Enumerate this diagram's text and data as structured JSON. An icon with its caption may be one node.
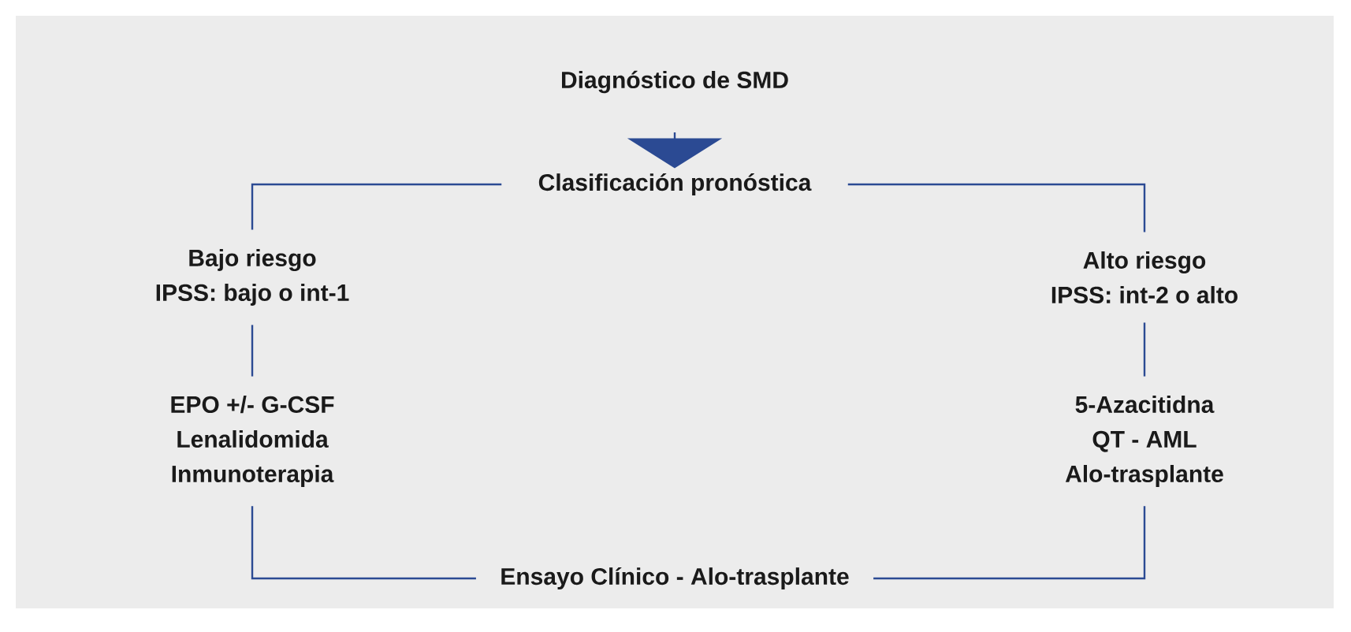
{
  "diagram": {
    "nodes": [
      {
        "text": [
          "Diagnóstico de SMD"
        ]
      },
      {
        "text": [
          "Clasificación pronóstica"
        ]
      },
      {
        "text": [
          "Bajo riesgo",
          "IPSS: bajo o int-1"
        ]
      },
      {
        "text": [
          "Alto riesgo",
          "IPSS: int-2 o alto"
        ]
      },
      {
        "text": [
          "EPO +/- G-CSF",
          "Lenalidomida",
          "Inmunoterapia"
        ]
      },
      {
        "text": [
          "5-Azacitidna",
          "QT - AML",
          "Alo-trasplante"
        ]
      },
      {
        "text": [
          "Ensayo Clínico - Alo-trasplante"
        ]
      }
    ],
    "edges": [
      {
        "from": null,
        "to": 1,
        "arrow": "to"
      },
      {
        "from": 1,
        "to": 2,
        "arrow": "none"
      },
      {
        "from": 1,
        "to": 3,
        "arrow": "none"
      },
      {
        "from": 2,
        "to": 4,
        "arrow": "none"
      },
      {
        "from": 3,
        "to": 5,
        "arrow": "none"
      },
      {
        "from": 4,
        "to": 6,
        "arrow": "none"
      },
      {
        "from": 5,
        "to": 6,
        "arrow": "none"
      }
    ]
  }
}
